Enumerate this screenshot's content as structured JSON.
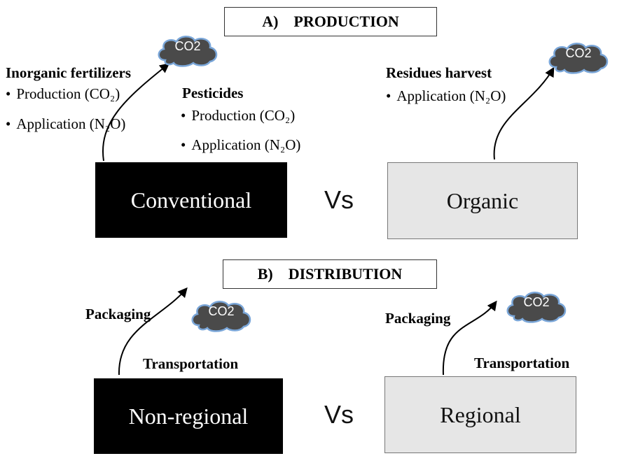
{
  "production": {
    "section_label": "A)    PRODUCTION",
    "conventional": {
      "box_label": "Conventional",
      "cloud_label": "CO2",
      "inorganic": {
        "heading": "Inorganic fertilizers",
        "items": [
          "Production (CO₂)",
          "Application (N₂O)"
        ]
      },
      "pesticides": {
        "heading": "Pesticides",
        "items": [
          "Production (CO₂)",
          "Application (N₂O)"
        ]
      }
    },
    "vs_label": "Vs",
    "organic": {
      "box_label": "Organic",
      "cloud_label": "CO2",
      "residues": {
        "heading": "Residues harvest",
        "items": [
          "Application (N₂O)"
        ]
      }
    }
  },
  "distribution": {
    "section_label": "B)    DISTRIBUTION",
    "non_regional": {
      "box_label": "Non-regional",
      "cloud_label": "CO2",
      "packaging": "Packaging",
      "transportation": "Transportation"
    },
    "vs_label": "Vs",
    "regional": {
      "box_label": "Regional",
      "cloud_label": "CO2",
      "packaging": "Packaging",
      "transportation": "Transportation"
    }
  },
  "colors": {
    "dark_box": "#000000",
    "light_box": "#e6e6e6",
    "cloud_fill": "#4a4a4a",
    "cloud_outline": "#7aa6d8"
  },
  "icons": [
    "co2-cloud-icon",
    "curved-arrow-icon"
  ]
}
